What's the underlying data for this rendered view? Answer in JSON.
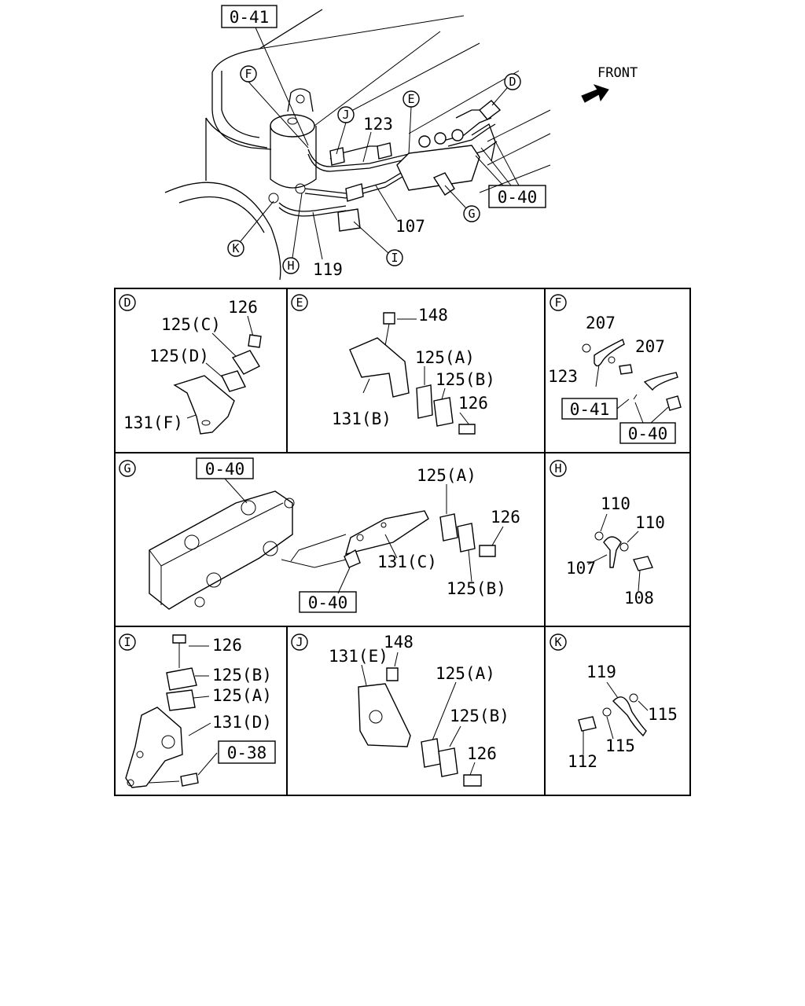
{
  "diagram": {
    "front_label": "FRONT",
    "main_refs": {
      "ref_041": "0-41",
      "ref_040": "0-40"
    },
    "main_callouts": {
      "F": "F",
      "J": "J",
      "E": "E",
      "D": "D",
      "K": "K",
      "H": "H",
      "I": "I",
      "G": "G",
      "n123": "123",
      "n107": "107",
      "n119": "119"
    },
    "panels": {
      "D": {
        "letter": "D",
        "labels": {
          "p126": "126",
          "p125c": "125(C)",
          "p125d": "125(D)",
          "p131f": "131(F)"
        }
      },
      "E": {
        "letter": "E",
        "labels": {
          "p148": "148",
          "p125a": "125(A)",
          "p125b": "125(B)",
          "p126": "126",
          "p131b": "131(B)"
        }
      },
      "F": {
        "letter": "F",
        "labels": {
          "p207a": "207",
          "p207b": "207",
          "p123": "123",
          "ref041": "0-41",
          "ref040": "0-40"
        }
      },
      "G": {
        "letter": "G",
        "labels": {
          "ref040a": "0-40",
          "p125a": "125(A)",
          "p126": "126",
          "p131c": "131(C)",
          "p125b": "125(B)",
          "ref040b": "0-40"
        }
      },
      "H": {
        "letter": "H",
        "labels": {
          "p110a": "110",
          "p110b": "110",
          "p107": "107",
          "p108": "108"
        }
      },
      "I": {
        "letter": "I",
        "labels": {
          "p126": "126",
          "p125b": "125(B)",
          "p125a": "125(A)",
          "p131d": "131(D)",
          "ref038": "0-38"
        }
      },
      "J": {
        "letter": "J",
        "labels": {
          "p131e": "131(E)",
          "p148": "148",
          "p125a": "125(A)",
          "p125b": "125(B)",
          "p126": "126"
        }
      },
      "K": {
        "letter": "K",
        "labels": {
          "p119": "119",
          "p115a": "115",
          "p115b": "115",
          "p112": "112"
        }
      }
    }
  }
}
